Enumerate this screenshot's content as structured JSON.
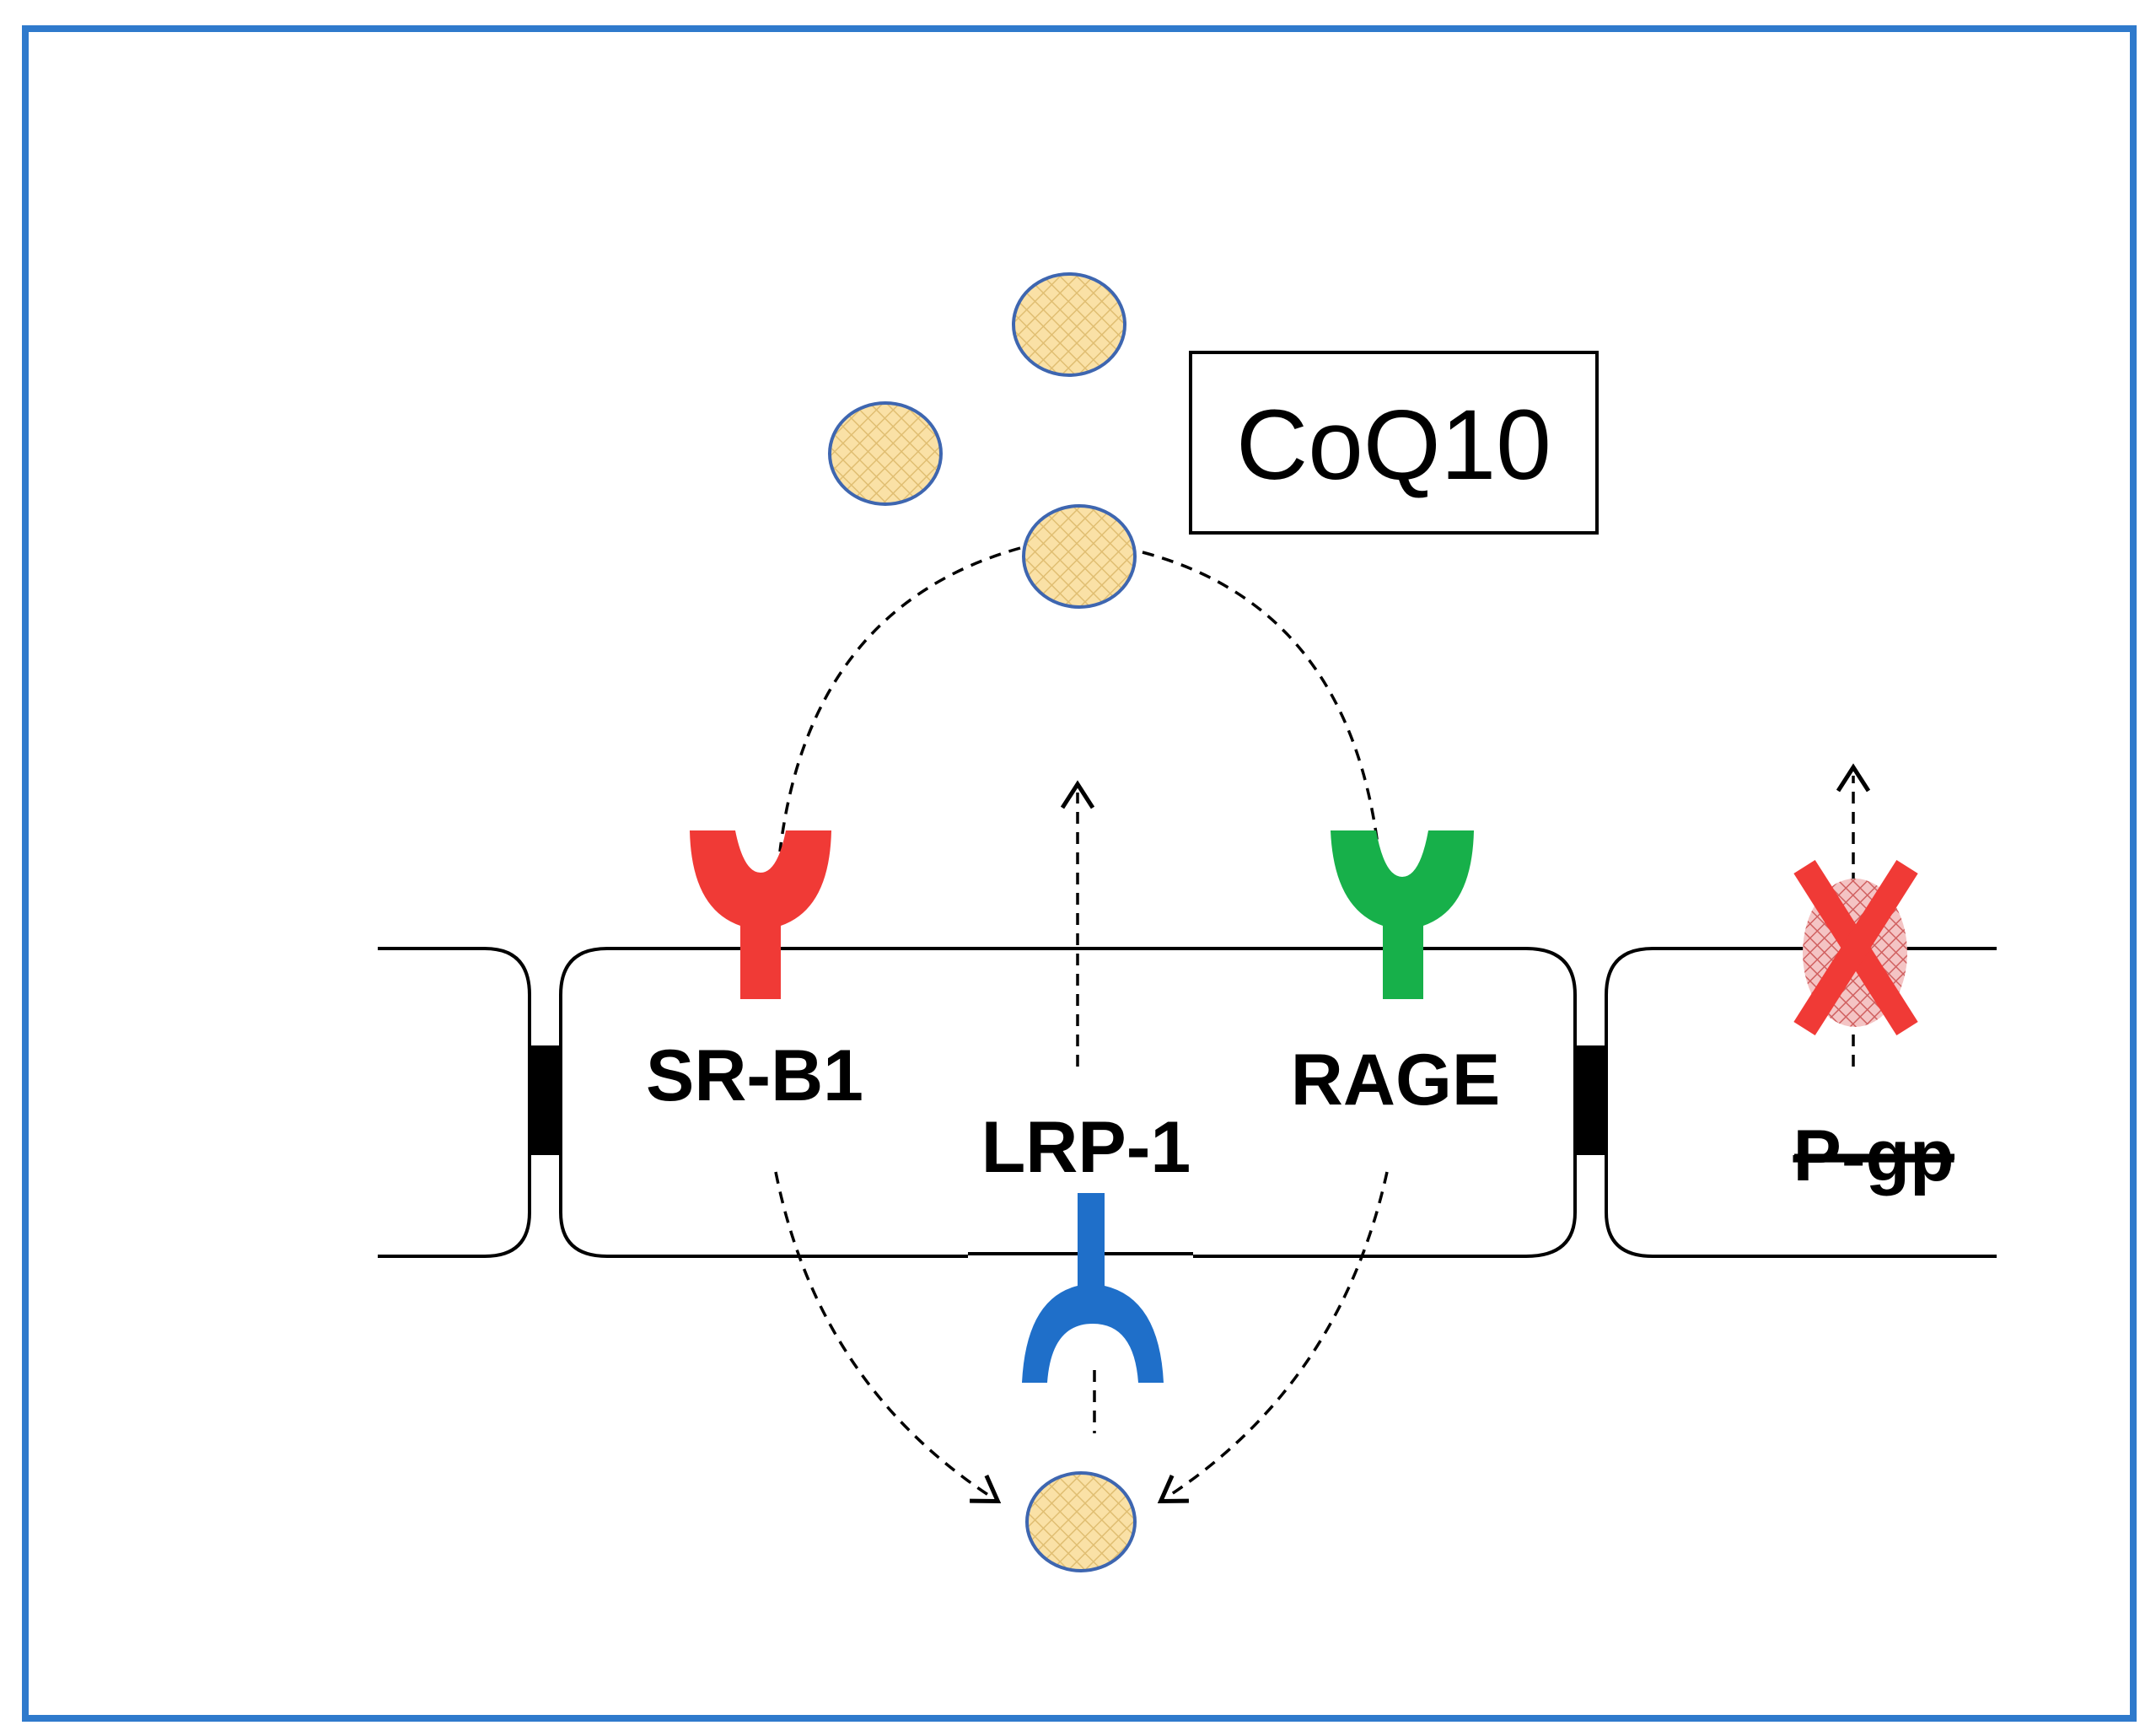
{
  "labels": {
    "coq10": "CoQ10",
    "srb1": "SR-B1",
    "lrp1": "LRP-1",
    "rage": "RAGE",
    "pgp": "P-gp"
  },
  "colors": {
    "frame_border": "#2F7ACC",
    "particle_fill": "#FAE1A6",
    "particle_stroke": "#3E66B0",
    "receptor_srb1": "#F03A36",
    "receptor_rage": "#17B04A",
    "receptor_lrp1": "#1F6FC9",
    "pgp_fill": "#E8A3A3",
    "pgp_cross": "#F03A36",
    "line": "#000000"
  },
  "icons": {
    "particle": "coq10-particle-icon",
    "receptor": "y-receptor-icon",
    "blocked": "cross-mark-icon"
  }
}
